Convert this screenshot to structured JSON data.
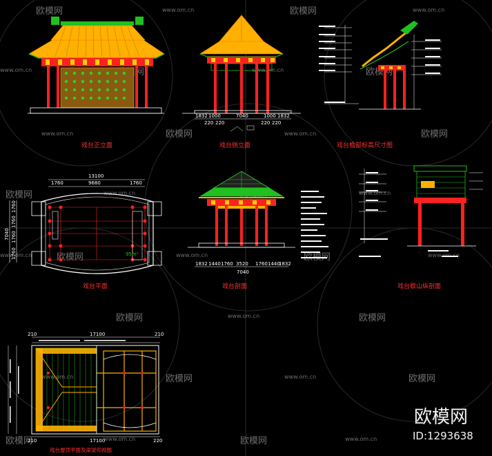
{
  "drawings": {
    "front_elevation": {
      "title": "戏台正立面"
    },
    "side_elevation": {
      "title": "戏台侧立面",
      "dims": [
        "1832",
        "1000",
        "7040",
        "1000",
        "1832",
        "220",
        "220",
        "220",
        "220"
      ]
    },
    "eave_section": {
      "title": "戏台檐部标高尺寸图"
    },
    "plan": {
      "title": "戏台平面",
      "dims_top": [
        "13100",
        "1760",
        "9680",
        "1760"
      ],
      "dims_left": [
        "7040",
        "1760",
        "1760",
        "1760",
        "1760"
      ],
      "area_label": "95m²"
    },
    "section": {
      "title": "戏台剖面",
      "dims": [
        "1832",
        "1440",
        "1760",
        "3520",
        "1760",
        "1440",
        "1832"
      ],
      "total": "7040"
    },
    "gable_section": {
      "title": "戏台歇山纵剖面"
    },
    "roof_plan": {
      "title": "戏台屋顶平面及梁架仰视图",
      "total_top": "17100",
      "total_bottom": "17100",
      "edge_left": "210",
      "edge_right": "210",
      "edge_right2": "220"
    }
  },
  "watermark": {
    "logo": "欧模网",
    "url": "www.om.cn"
  },
  "brand": {
    "name": "欧模网",
    "id": "ID:1293638"
  },
  "colors": {
    "background": "#000000",
    "roof": "#ffb000",
    "ridge": "#20c020",
    "column": "#ff2020",
    "line": "#ffffff",
    "title": "#ff3030"
  }
}
